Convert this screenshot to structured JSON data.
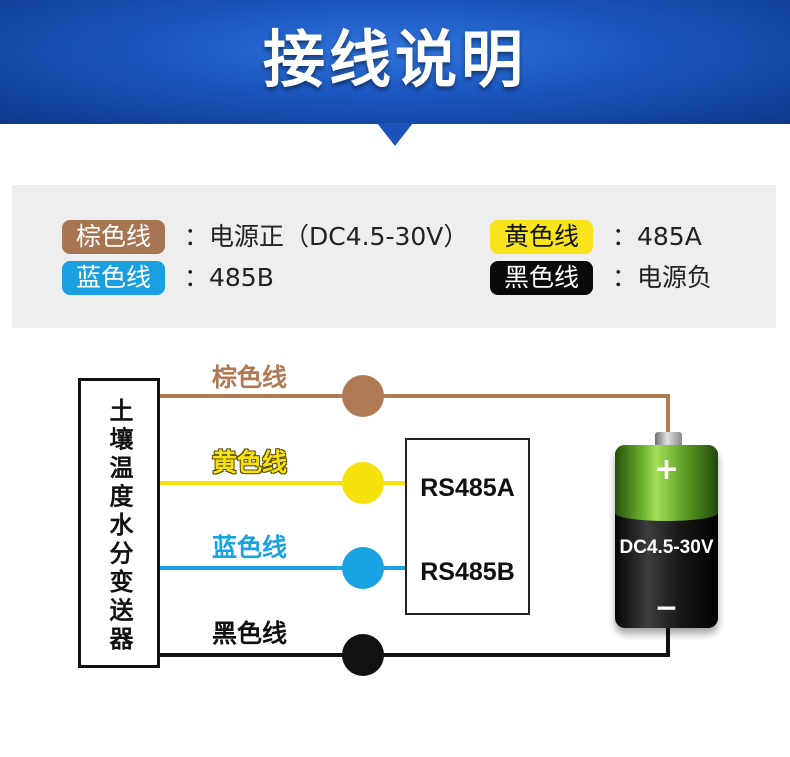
{
  "header": {
    "title": "接线说明"
  },
  "legend": {
    "items": [
      {
        "badge": "棕色线",
        "desc": "：电源正（DC4.5-30V）",
        "color": "#a87552"
      },
      {
        "badge": "黄色线",
        "desc": "：485A",
        "color": "#f7e41a"
      },
      {
        "badge": "蓝色线",
        "desc": "：485B",
        "color": "#1a9fe0"
      },
      {
        "badge": "黑色线",
        "desc": "：电源负",
        "color": "#0a0a0a"
      }
    ]
  },
  "diagram": {
    "sensor_label": "土壤温度水分变送器",
    "wires": [
      {
        "label": "棕色线",
        "color": "#b07a55"
      },
      {
        "label": "黄色线",
        "color": "#f5e10c"
      },
      {
        "label": "蓝色线",
        "color": "#1aa3e3"
      },
      {
        "label": "黑色线",
        "color": "#111111"
      }
    ],
    "module": {
      "pin_a": "RS485A",
      "pin_b": "RS485B"
    },
    "battery": {
      "plus": "+",
      "label": "DC4.5-30V",
      "minus": "−"
    }
  },
  "colors": {
    "header_blue": "#1a56bf",
    "legend_bg": "#eeeeee"
  }
}
